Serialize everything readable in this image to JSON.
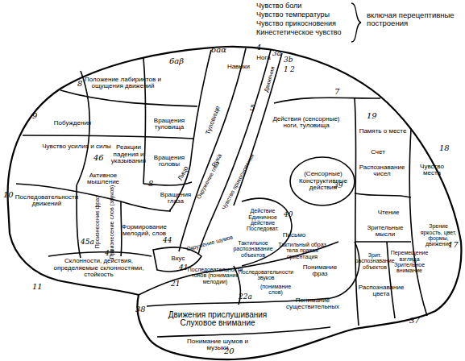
{
  "diagram": {
    "nodes": [
      {
        "text": [
          "Положение лабиринтов и ощущения движений"
        ]
      },
      {
        "text": [
          "Навыки"
        ]
      },
      {
        "text": [
          "Нога"
        ]
      },
      {
        "text": [
          "Движения"
        ]
      },
      {
        "text": [
          "Побуждения"
        ]
      },
      {
        "text": [
          "Вращения туловища"
        ]
      },
      {
        "text": [
          "Туловище"
        ]
      },
      {
        "text": [
          "Действия (сенсорные) ноги, туловища"
        ]
      },
      {
        "text": [
          "Чувство усилия и силы"
        ]
      },
      {
        "text": [
          "Реакции падения и указывания"
        ]
      },
      {
        "text": [
          "Вращения головы"
        ]
      },
      {
        "text": [
          "Активное мышление"
        ]
      },
      {
        "text": [
          "Рука"
        ]
      },
      {
        "text": [
          "Лицо"
        ]
      },
      {
        "text": [
          "Окружение глаз"
        ]
      },
      {
        "text": [
          "Чувство прикосновения"
        ]
      },
      {
        "text": [
          "(Сенсорные)",
          "Конструктивные действия"
        ]
      },
      {
        "text": [
          "Последовательности движений"
        ]
      },
      {
        "text": [
          "Вращения глаза"
        ]
      },
      {
        "text": [
          "Действие Единичное действие Последоват."
        ]
      },
      {
        "text": [
          "Память о месте"
        ]
      },
      {
        "text": [
          "Счет"
        ]
      },
      {
        "text": [
          "Распознавание чисел"
        ]
      },
      {
        "text": [
          "Чувство места"
        ]
      },
      {
        "text": [
          "Чтение"
        ]
      },
      {
        "text": [
          "Зрительные мысли"
        ]
      },
      {
        "text": [
          "Зрение яркость, цвет, формы, движение"
        ]
      },
      {
        "text": [
          "Формирование мелодий, слов"
        ]
      },
      {
        "text": [
          "Произнесение фраз"
        ]
      },
      {
        "text": [
          "Произнесение слов (звуков)"
        ]
      },
      {
        "text": [
          "Письмо"
        ]
      },
      {
        "text": [
          "Тактильное распознавание объектов"
        ]
      },
      {
        "text": [
          "Тактильный образ тела правая ориентация"
        ]
      },
      {
        "text": [
          "Окружение шумов"
        ]
      },
      {
        "text": [
          "Зрит. распознавание объектов"
        ]
      },
      {
        "text": [
          "Перемещение взгляда Зрительное внимание"
        ]
      },
      {
        "text": [
          "Вкус"
        ]
      },
      {
        "text": [
          "Склонности, действия, определяемые склонностями, стойкость"
        ]
      },
      {
        "text": [
          "Последовательности тонов (понимание мелодии)"
        ]
      },
      {
        "text": [
          "Понимание фраз"
        ]
      },
      {
        "text": [
          "Последовательности звуков"
        ]
      },
      {
        "text": [
          "Распознавание цвета"
        ]
      },
      {
        "text": [
          "(понимание слов)"
        ]
      },
      {
        "text": [
          "Понимание существительных"
        ]
      },
      {
        "text": [
          "Движения прислушивания Слуховое внимание"
        ]
      },
      {
        "text": [
          "Понимание шумов и музыки"
        ]
      }
    ],
    "labels": [
      "Чувство боли",
      "Чувство температуры",
      "Чувство прикосновения",
      "Кинестетическое чувство",
      "включая перецептивные построения",
      "6aβ",
      "6aα",
      "4",
      "3a",
      "3b",
      "1",
      "2",
      "5",
      "7",
      "8",
      "9",
      "46",
      "10",
      "8",
      "45a",
      "44",
      "47",
      "11",
      "38",
      "20",
      "21",
      "22a",
      "40",
      "39",
      "41",
      "19",
      "18",
      "17",
      "37"
    ]
  }
}
